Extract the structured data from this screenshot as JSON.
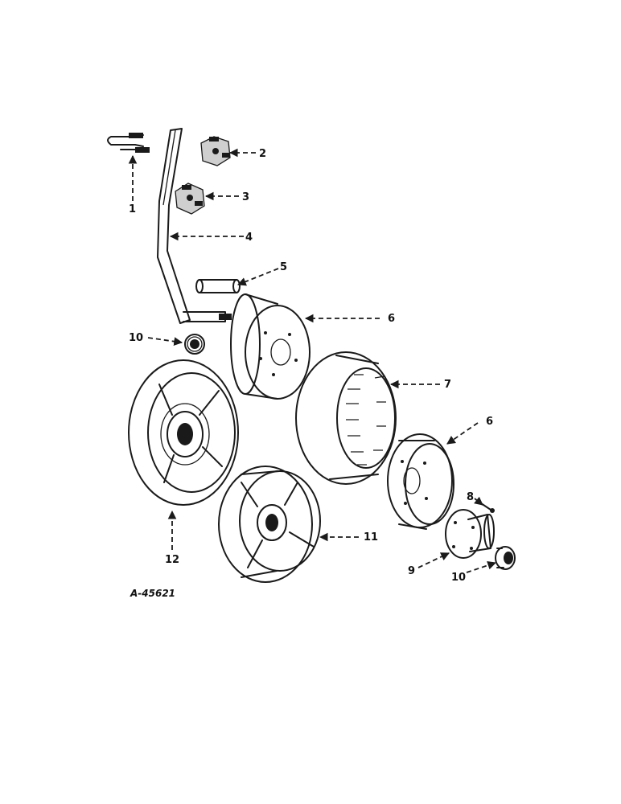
{
  "callouts": {
    "c1": "1",
    "c2": "2",
    "c3": "3",
    "c4": "4",
    "c5": "5",
    "c6a": "6",
    "c6b": "6",
    "c7": "7",
    "c8": "8",
    "c9": "9",
    "c10a": "10",
    "c10b": "10",
    "c11": "11",
    "c12": "12"
  },
  "reference_number": "A-45621"
}
